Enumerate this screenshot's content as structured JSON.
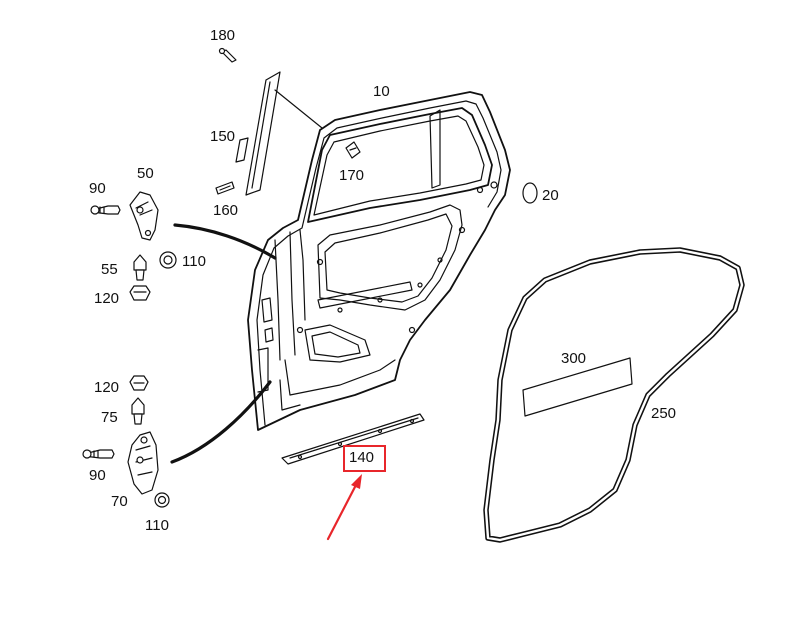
{
  "callouts": {
    "c180": "180",
    "c10": "10",
    "c150": "150",
    "c170": "170",
    "c160": "160",
    "c20": "20",
    "c50": "50",
    "c90a": "90",
    "c110a": "110",
    "c55": "55",
    "c120a": "120",
    "c300": "300",
    "c250": "250",
    "c120b": "120",
    "c75": "75",
    "c140": "140",
    "c90b": "90",
    "c70": "70",
    "c110b": "110"
  },
  "highlight": {
    "part": "140",
    "box_color": "#e8262b",
    "arrow_color": "#e8262b"
  }
}
